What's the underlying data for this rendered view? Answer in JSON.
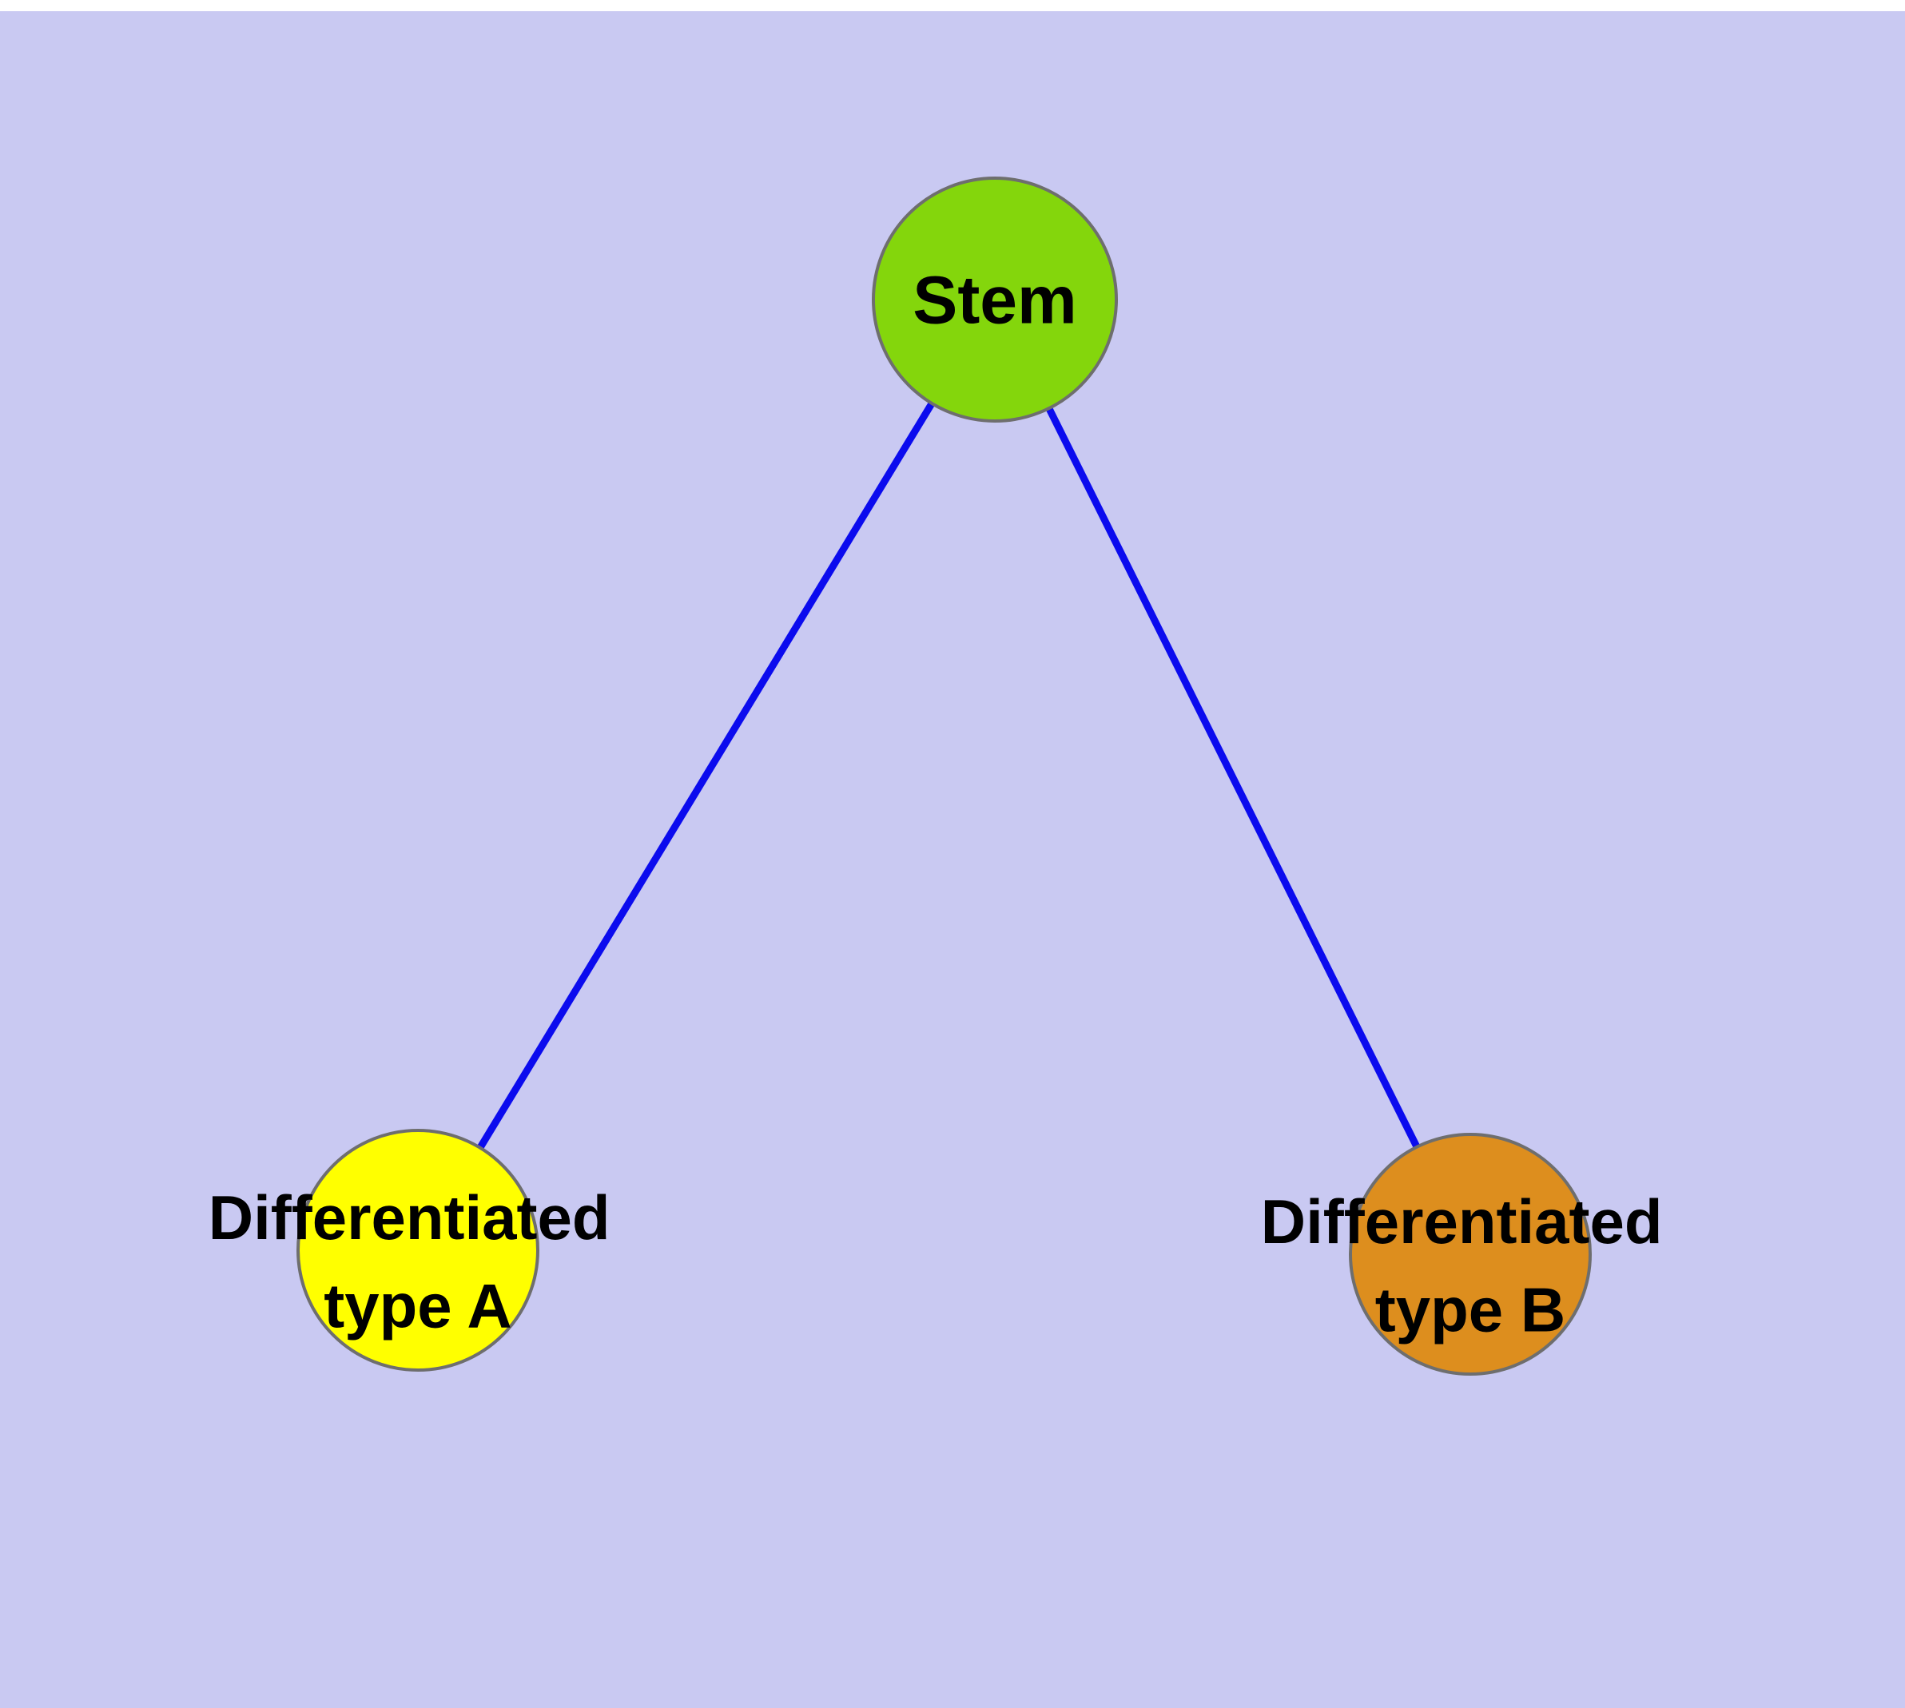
{
  "diagram": {
    "type": "graph",
    "colors": {
      "background": "#c9c9f2",
      "edge": "#0b0bee",
      "node_border": "#6e6e6e",
      "label_text": "#000000"
    },
    "nodes": {
      "stem": {
        "label": "Stem",
        "color": "#84d60c"
      },
      "type_a": {
        "label_line1": "Differentiated",
        "label_line2": "type A",
        "color": "#ffff00"
      },
      "type_b": {
        "label_line1": "Differentiated",
        "label_line2": "type B",
        "color": "#dd8e1e"
      }
    },
    "edges": [
      {
        "from": "Stem",
        "to": "Differentiated type A"
      },
      {
        "from": "Stem",
        "to": "Differentiated type B"
      }
    ]
  }
}
